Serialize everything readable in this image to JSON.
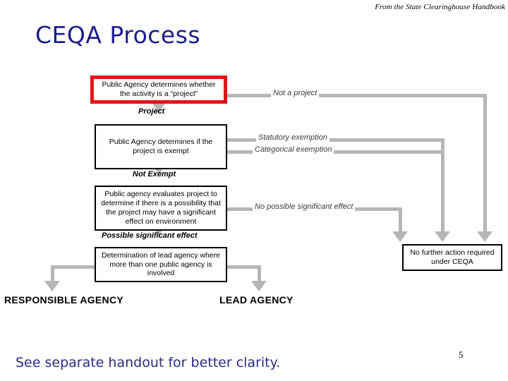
{
  "slide": {
    "credit": "From the State Clearinghouse Handbook",
    "title": "CEQA Process",
    "footer_note": "See separate handout for better clarity.",
    "page_number": "5",
    "colors": {
      "title": "#1b1b8f",
      "footer": "#2b2b84",
      "highlight_border": "#e8121a",
      "connector": "#b6b6b6",
      "box_border": "#000000",
      "background": "#ffffff"
    }
  },
  "flowchart": {
    "nodes": [
      {
        "id": "determine-project",
        "text": "Public Agency determines whether the activity is a “project”",
        "highlighted": true
      },
      {
        "id": "determine-exempt",
        "text": "Public Agency determines if the project is exempt",
        "highlighted": false
      },
      {
        "id": "evaluate-significant-effect",
        "text": "Public agency evaluates project to determine if there is a possibility that the project may have a significant effect on environment",
        "highlighted": false
      },
      {
        "id": "lead-agency-determination",
        "text": "Determination of lead agency where more than one public agency is involved",
        "highlighted": false
      },
      {
        "id": "no-further-action",
        "text": "No further action required under CEQA",
        "highlighted": false
      }
    ],
    "stage_labels": [
      {
        "id": "project",
        "text": "Project"
      },
      {
        "id": "not-exempt",
        "text": "Not Exempt"
      },
      {
        "id": "possible-significant-effect",
        "text": "Possible significant effect"
      }
    ],
    "branch_labels": [
      {
        "id": "not-a-project",
        "text": "Not a project"
      },
      {
        "id": "statutory-exemption",
        "text": "Statutory exemption"
      },
      {
        "id": "categorical-exemption",
        "text": "Categorical exemption"
      },
      {
        "id": "no-possible-significant-effect",
        "text": "No possible significant effect"
      }
    ],
    "agency_labels": [
      {
        "id": "responsible-agency",
        "text": "RESPONSIBLE AGENCY"
      },
      {
        "id": "lead-agency",
        "text": "LEAD AGENCY"
      }
    ]
  }
}
